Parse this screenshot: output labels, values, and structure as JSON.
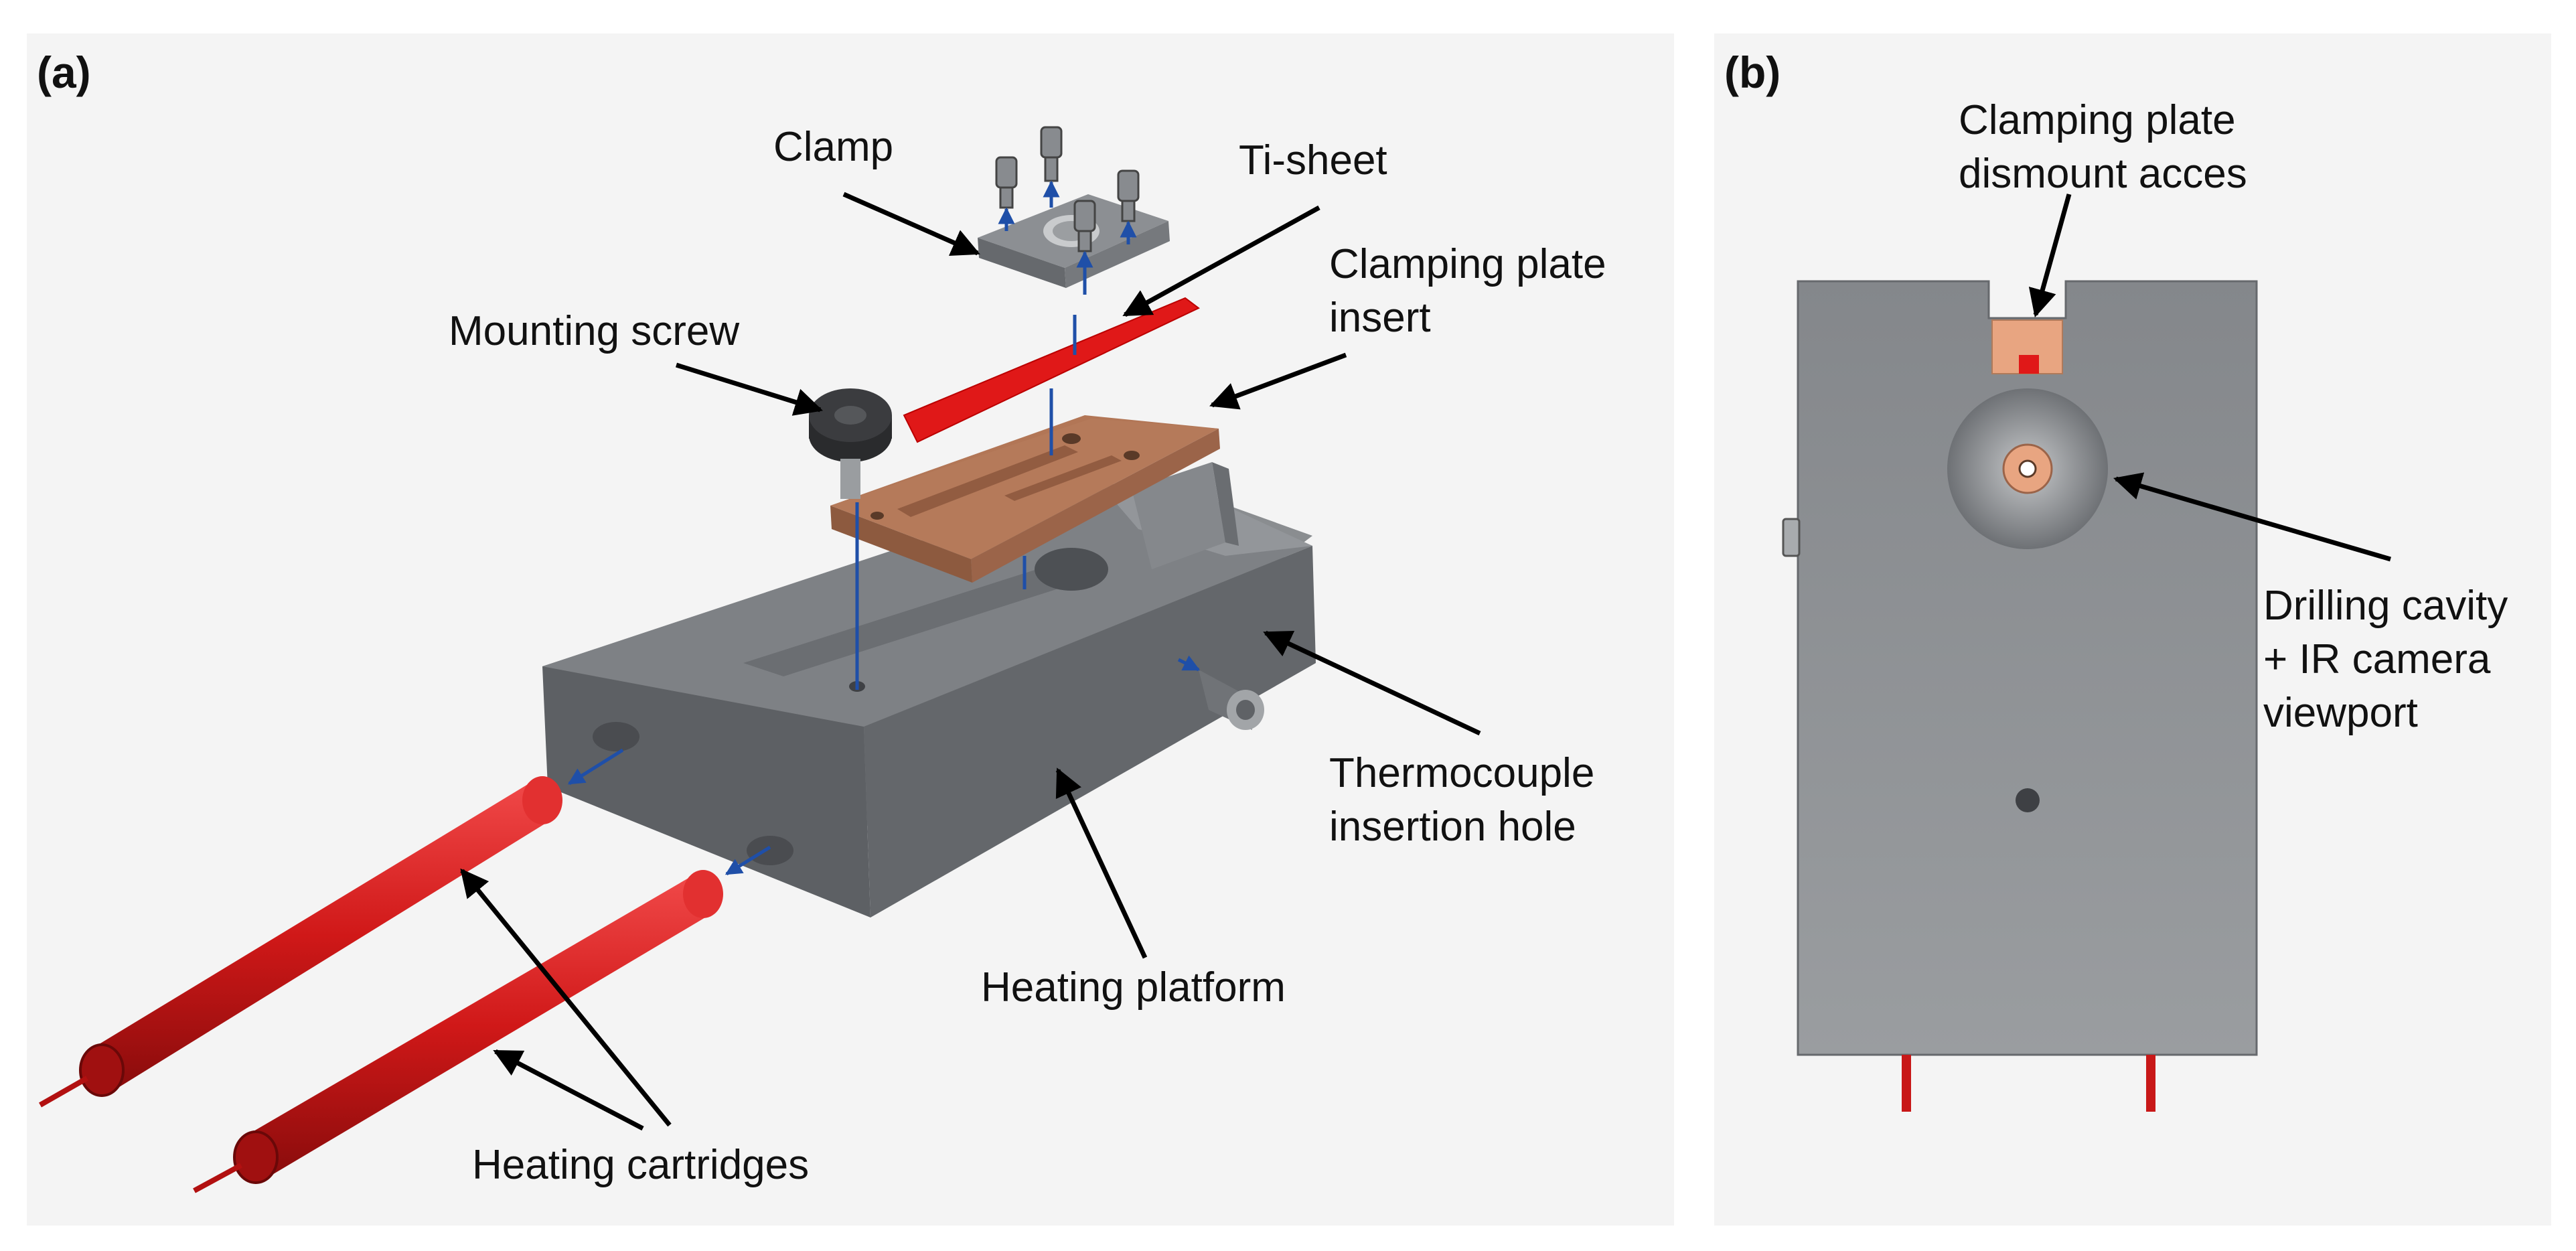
{
  "panels": {
    "a": {
      "label": "(a)"
    },
    "b": {
      "label": "(b)"
    }
  },
  "labels_a": {
    "clamp": "Clamp",
    "ti_sheet": "Ti-sheet",
    "clamping_plate_insert": "Clamping plate\ninsert",
    "mounting_screw": "Mounting screw",
    "thermocouple_hole": "Thermocouple\ninsertion hole",
    "heating_platform": "Heating platform",
    "heating_cartridges": "Heating cartridges"
  },
  "labels_b": {
    "dismount_access": "Clamping plate\ndismount acces",
    "drilling_cavity": "Drilling cavity\n+ IR camera\nviewport"
  },
  "colors": {
    "steel_dark": "#5c5f63",
    "steel_mid": "#7a7d81",
    "steel_light": "#8e9194",
    "copper": "#b57a5a",
    "copper_light": "#e8a581",
    "cartridge_red": "#d82020",
    "sheet_red": "#e01818",
    "arrow_blue": "#1f4fa8"
  }
}
